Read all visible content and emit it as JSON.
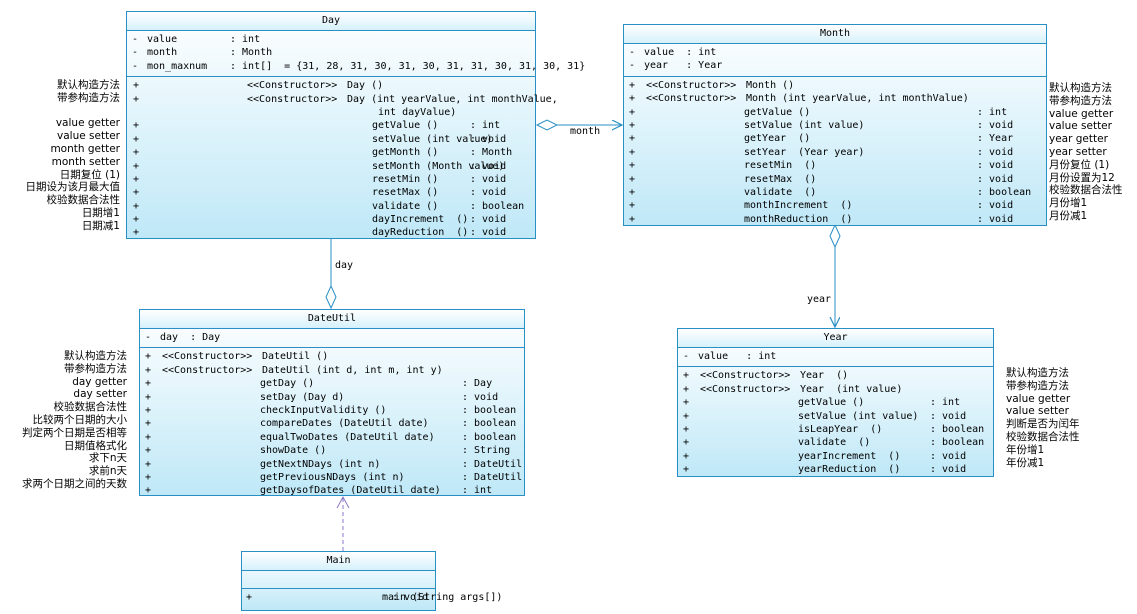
{
  "day": {
    "name": "Day",
    "attributes": [
      {
        "vis": "-",
        "name": "value",
        "type": ": int"
      },
      {
        "vis": "-",
        "name": "month",
        "type": ": Month"
      },
      {
        "vis": "-",
        "name": "mon_maxnum",
        "type": ": int[]  = {31, 28, 31, 30, 31, 30, 31, 31, 30, 31, 30, 31}"
      }
    ],
    "operations": [
      {
        "vis": "+",
        "stereo": "<<Constructor>>",
        "name": "Day ()",
        "ret": ""
      },
      {
        "vis": "+",
        "stereo": "<<Constructor>>",
        "name": "Day (int yearValue, int monthValue,",
        "ret": ""
      },
      {
        "vis": "",
        "stereo": "",
        "name": " int dayValue)",
        "ret": ""
      },
      {
        "vis": "+",
        "stereo": "",
        "name": "getValue ()",
        "ret": ": int"
      },
      {
        "vis": "+",
        "stereo": "",
        "name": "setValue (int value)",
        "ret": ": void"
      },
      {
        "vis": "+",
        "stereo": "",
        "name": "getMonth ()",
        "ret": ": Month"
      },
      {
        "vis": "+",
        "stereo": "",
        "name": "setMonth (Month value)",
        "ret": ": void"
      },
      {
        "vis": "+",
        "stereo": "",
        "name": "resetMin ()",
        "ret": ": void"
      },
      {
        "vis": "+",
        "stereo": "",
        "name": "resetMax ()",
        "ret": ": void"
      },
      {
        "vis": "+",
        "stereo": "",
        "name": "validate ()",
        "ret": ": boolean"
      },
      {
        "vis": "+",
        "stereo": "",
        "name": "dayIncrement  ()",
        "ret": ": void"
      },
      {
        "vis": "+",
        "stereo": "",
        "name": "dayReduction  ()",
        "ret": ": void"
      }
    ],
    "notes": [
      "默认构造方法",
      "带参构造方法",
      "",
      "value getter",
      "value setter",
      "month getter",
      "month setter",
      "日期复位 (1)",
      "日期设为该月最大值",
      "校验数据合法性",
      "日期增1",
      "日期减1"
    ]
  },
  "month": {
    "name": "Month",
    "attributes": [
      {
        "vis": "-",
        "name": "value  : int",
        "type": ""
      },
      {
        "vis": "-",
        "name": "year   : Year",
        "type": ""
      }
    ],
    "operations": [
      {
        "vis": "+",
        "stereo": "<<Constructor>>",
        "name": "Month ()",
        "ret": ""
      },
      {
        "vis": "+",
        "stereo": "<<Constructor>>",
        "name": "Month (int yearValue, int monthValue)",
        "ret": ""
      },
      {
        "vis": "+",
        "stereo": "",
        "name": "getValue ()",
        "ret": ": int"
      },
      {
        "vis": "+",
        "stereo": "",
        "name": "setValue (int value)",
        "ret": ": void"
      },
      {
        "vis": "+",
        "stereo": "",
        "name": "getYear  ()",
        "ret": ": Year"
      },
      {
        "vis": "+",
        "stereo": "",
        "name": "setYear  (Year year)",
        "ret": ": void"
      },
      {
        "vis": "+",
        "stereo": "",
        "name": "resetMin  ()",
        "ret": ": void"
      },
      {
        "vis": "+",
        "stereo": "",
        "name": "resetMax  ()",
        "ret": ": void"
      },
      {
        "vis": "+",
        "stereo": "",
        "name": "validate  ()",
        "ret": ": boolean"
      },
      {
        "vis": "+",
        "stereo": "",
        "name": "monthIncrement  ()",
        "ret": ": void"
      },
      {
        "vis": "+",
        "stereo": "",
        "name": "monthReduction  ()",
        "ret": ": void"
      }
    ],
    "notes": [
      "默认构造方法",
      "带参构造方法",
      "value getter",
      "value setter",
      "year getter",
      "year setter",
      "月份复位 (1)",
      "月份设置为12",
      "校验数据合法性",
      "月份增1",
      "月份减1"
    ]
  },
  "year": {
    "name": "Year",
    "attributes": [
      {
        "vis": "-",
        "name": "value   : int",
        "type": ""
      }
    ],
    "operations": [
      {
        "vis": "+",
        "stereo": "<<Constructor>>",
        "name": "Year  ()",
        "ret": ""
      },
      {
        "vis": "+",
        "stereo": "<<Constructor>>",
        "name": "Year  (int value)",
        "ret": ""
      },
      {
        "vis": "+",
        "stereo": "",
        "name": "getValue ()",
        "ret": ": int"
      },
      {
        "vis": "+",
        "stereo": "",
        "name": "setValue (int value)",
        "ret": ": void"
      },
      {
        "vis": "+",
        "stereo": "",
        "name": "isLeapYear  ()",
        "ret": ": boolean"
      },
      {
        "vis": "+",
        "stereo": "",
        "name": "validate  ()",
        "ret": ": boolean"
      },
      {
        "vis": "+",
        "stereo": "",
        "name": "yearIncrement  ()",
        "ret": ": void"
      },
      {
        "vis": "+",
        "stereo": "",
        "name": "yearReduction  ()",
        "ret": ": void"
      }
    ],
    "notes": [
      "默认构造方法",
      "带参构造方法",
      "value getter",
      "value setter",
      "判断是否为闰年",
      "校验数据合法性",
      "年份增1",
      "年份减1"
    ]
  },
  "dateutil": {
    "name": "DateUtil",
    "attributes": [
      {
        "vis": "-",
        "name": "day  : Day",
        "type": ""
      }
    ],
    "operations": [
      {
        "vis": "+",
        "stereo": "<<Constructor>>",
        "name": "DateUtil ()",
        "ret": ""
      },
      {
        "vis": "+",
        "stereo": "<<Constructor>>",
        "name": "DateUtil (int d, int m, int y)",
        "ret": ""
      },
      {
        "vis": "+",
        "stereo": "",
        "name": "getDay ()",
        "ret": ": Day"
      },
      {
        "vis": "+",
        "stereo": "",
        "name": "setDay (Day d)",
        "ret": ": void"
      },
      {
        "vis": "+",
        "stereo": "",
        "name": "checkInputValidity ()",
        "ret": ": boolean"
      },
      {
        "vis": "+",
        "stereo": "",
        "name": "compareDates (DateUtil date)",
        "ret": ": boolean"
      },
      {
        "vis": "+",
        "stereo": "",
        "name": "equalTwoDates (DateUtil date)",
        "ret": ": boolean"
      },
      {
        "vis": "+",
        "stereo": "",
        "name": "showDate ()",
        "ret": ": String"
      },
      {
        "vis": "+",
        "stereo": "",
        "name": "getNextNDays (int n)",
        "ret": ": DateUtil"
      },
      {
        "vis": "+",
        "stereo": "",
        "name": "getPreviousNDays (int n)",
        "ret": ": DateUtil"
      },
      {
        "vis": "+",
        "stereo": "",
        "name": "getDaysofDates (DateUtil date)",
        "ret": ": int"
      }
    ],
    "notes": [
      "默认构造方法",
      "带参构造方法",
      "day getter",
      "day setter",
      "校验数据合法性",
      "比较两个日期的大小",
      "判定两个日期是否相等",
      "日期值格式化",
      "求下n天",
      "求前n天",
      "求两个日期之间的天数"
    ]
  },
  "main": {
    "name": "Main",
    "attributes": [],
    "operations": [
      {
        "vis": "+",
        "stereo": "",
        "name": "main (String args[])",
        "ret": ": void"
      }
    ]
  },
  "links": {
    "day_month": "month",
    "dateutil_day": "day",
    "month_year": "year"
  }
}
